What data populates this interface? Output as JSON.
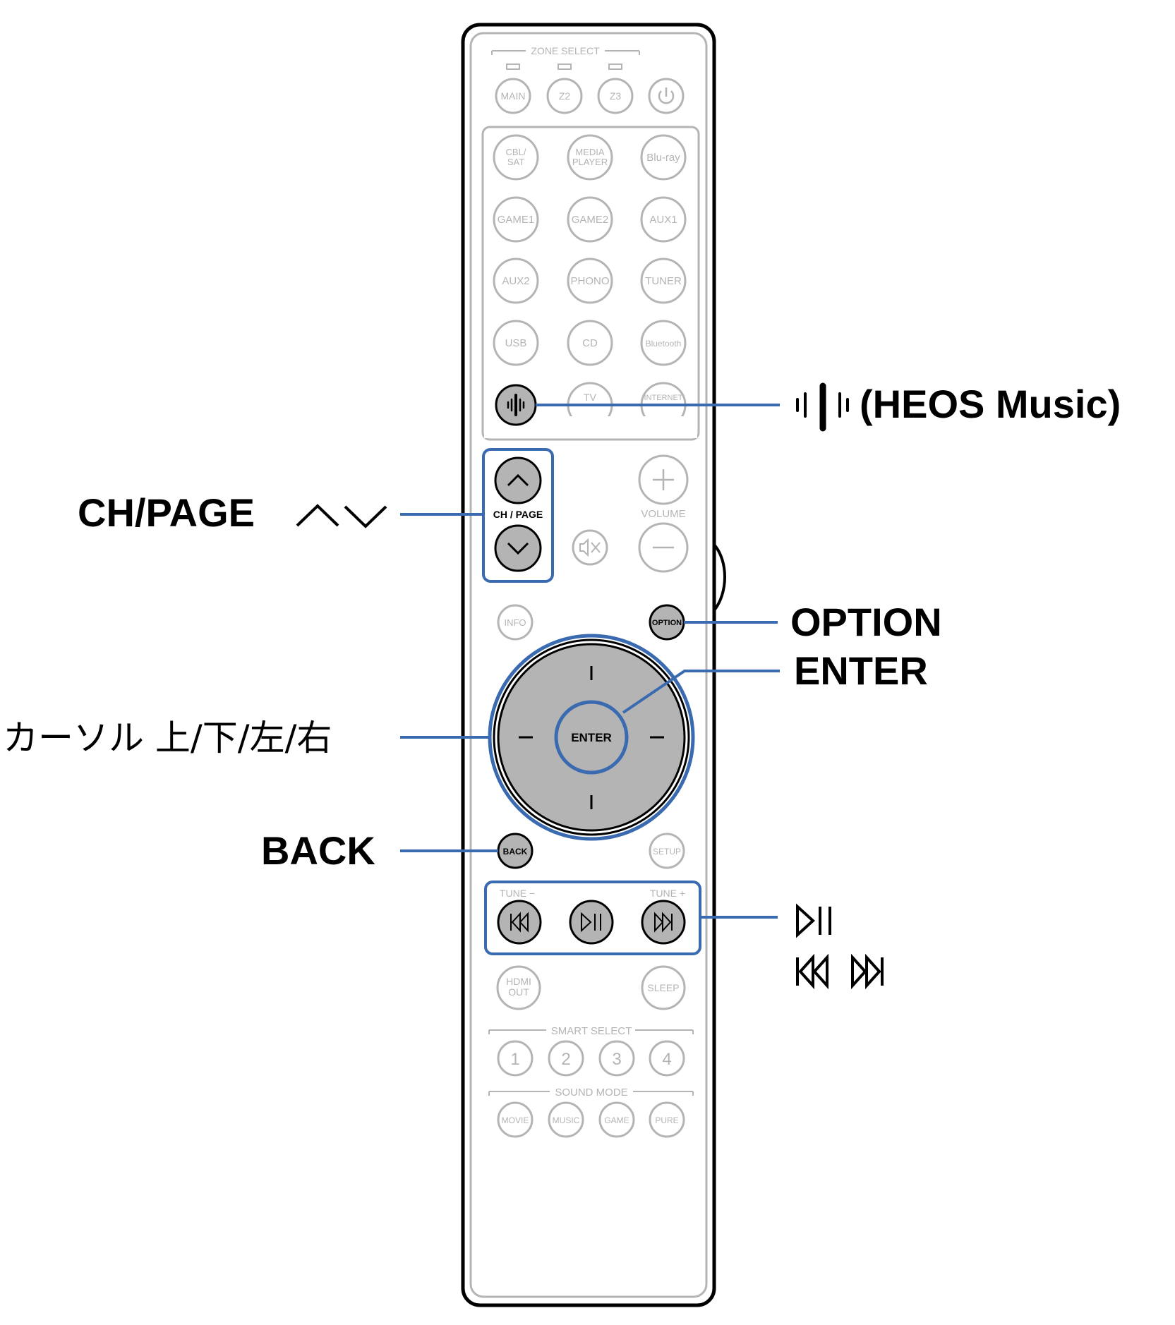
{
  "remote": {
    "zone_select_label": "ZONE SELECT",
    "zone_buttons": [
      "MAIN",
      "Z2",
      "Z3"
    ],
    "source_buttons": [
      [
        "CBL/",
        "SAT"
      ],
      [
        "MEDIA",
        "PLAYER"
      ],
      [
        "Blu-ray"
      ],
      [
        "GAME1"
      ],
      [
        "GAME2"
      ],
      [
        "AUX1"
      ],
      [
        "AUX2"
      ],
      [
        "PHONO"
      ],
      [
        "TUNER"
      ],
      [
        "USB"
      ],
      [
        "CD"
      ],
      [
        "Bluetooth"
      ]
    ],
    "bottom_row_partial": [
      "TV",
      "INTERNET"
    ],
    "ch_page_label": "CH / PAGE",
    "volume_label": "VOLUME",
    "info_label": "INFO",
    "option_label": "OPTION",
    "enter_label": "ENTER",
    "back_label": "BACK",
    "setup_label": "SETUP",
    "tune_minus_label": "TUNE −",
    "tune_plus_label": "TUNE +",
    "hdmi_out_label": [
      "HDMI",
      "OUT"
    ],
    "sleep_label": "SLEEP",
    "smart_select_label": "SMART SELECT",
    "smart_buttons": [
      "1",
      "2",
      "3",
      "4"
    ],
    "sound_mode_label": "SOUND MODE",
    "sound_buttons": [
      "MOVIE",
      "MUSIC",
      "GAME",
      "PURE"
    ]
  },
  "callouts": {
    "heos": "(HEOS Music)",
    "ch_page": "CH/PAGE",
    "option": "OPTION",
    "enter": "ENTER",
    "cursor": "カーソル 上/下/左/右",
    "back": "BACK"
  },
  "colors": {
    "highlight": "#3a6ab0",
    "active_button": "#b4b4b4",
    "inactive": "#b4b4b4",
    "outline": "#000000"
  }
}
